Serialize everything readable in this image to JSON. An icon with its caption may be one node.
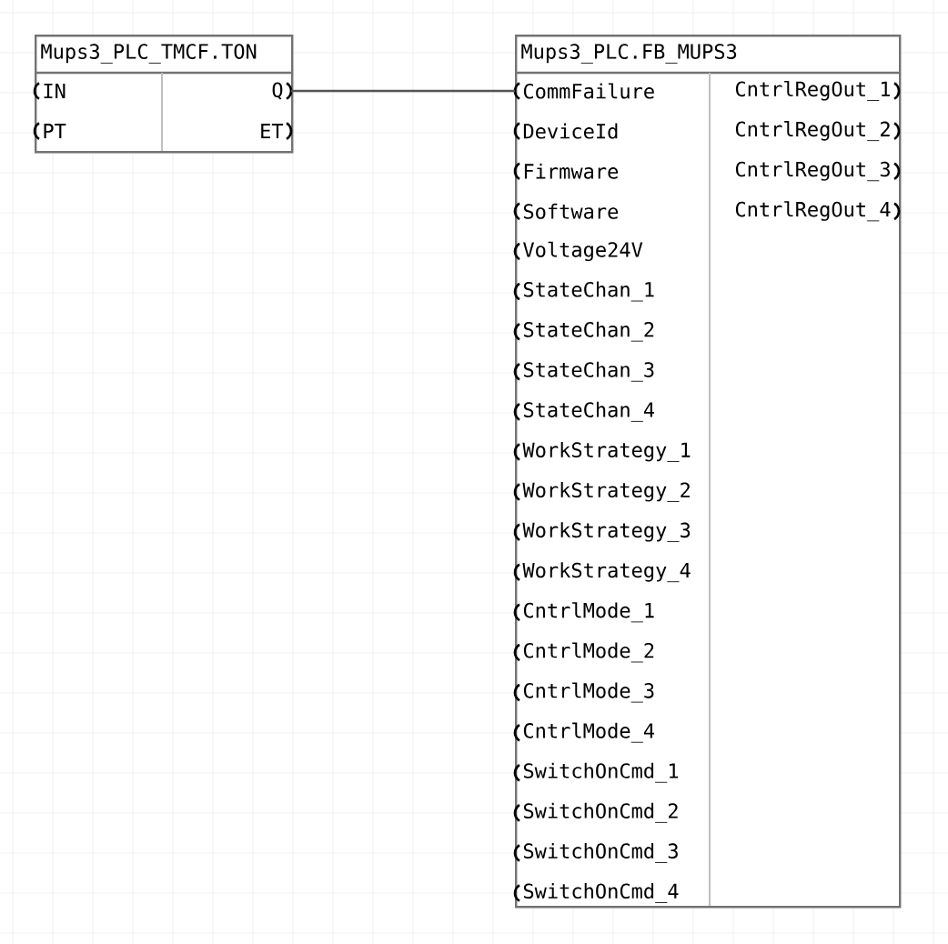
{
  "diagram": {
    "nodes": [
      {
        "text": [
          "Mups3_PLC_TMCF.TON"
        ]
      },
      {
        "text": [
          "IN"
        ],
        "in": 0
      },
      {
        "text": [
          "PT"
        ],
        "in": 0
      },
      {
        "text": [
          "Q"
        ],
        "in": 0
      },
      {
        "text": [
          "ET"
        ],
        "in": 0
      },
      {
        "text": [
          "Mups3_PLC.FB_MUPS3"
        ]
      },
      {
        "text": [
          "CommFailure"
        ],
        "in": 5
      },
      {
        "text": [
          "DeviceId"
        ],
        "in": 5
      },
      {
        "text": [
          "Firmware"
        ],
        "in": 5
      },
      {
        "text": [
          "Software"
        ],
        "in": 5
      },
      {
        "text": [
          "Voltage24V"
        ],
        "in": 5
      },
      {
        "text": [
          "StateChan_1"
        ],
        "in": 5
      },
      {
        "text": [
          "StateChan_2"
        ],
        "in": 5
      },
      {
        "text": [
          "StateChan_3"
        ],
        "in": 5
      },
      {
        "text": [
          "StateChan_4"
        ],
        "in": 5
      },
      {
        "text": [
          "WorkStrategy_1"
        ],
        "in": 5
      },
      {
        "text": [
          "WorkStrategy_2"
        ],
        "in": 5
      },
      {
        "text": [
          "WorkStrategy_3"
        ],
        "in": 5
      },
      {
        "text": [
          "WorkStrategy_4"
        ],
        "in": 5
      },
      {
        "text": [
          "CntrlMode_1"
        ],
        "in": 5
      },
      {
        "text": [
          "CntrlMode_2"
        ],
        "in": 5
      },
      {
        "text": [
          "CntrlMode_3"
        ],
        "in": 5
      },
      {
        "text": [
          "CntrlMode_4"
        ],
        "in": 5
      },
      {
        "text": [
          "SwitchOnCmd_1"
        ],
        "in": 5
      },
      {
        "text": [
          "SwitchOnCmd_2"
        ],
        "in": 5
      },
      {
        "text": [
          "SwitchOnCmd_3"
        ],
        "in": 5
      },
      {
        "text": [
          "SwitchOnCmd_4"
        ],
        "in": 5
      },
      {
        "text": [
          "CntrlRegOut_1"
        ],
        "in": 5
      },
      {
        "text": [
          "CntrlRegOut_2"
        ],
        "in": 5
      },
      {
        "text": [
          "CntrlRegOut_3"
        ],
        "in": 5
      },
      {
        "text": [
          "CntrlRegOut_4"
        ],
        "in": 5
      }
    ],
    "edges": [
      {
        "from": 3,
        "to": 6,
        "arrow": "none"
      }
    ]
  }
}
